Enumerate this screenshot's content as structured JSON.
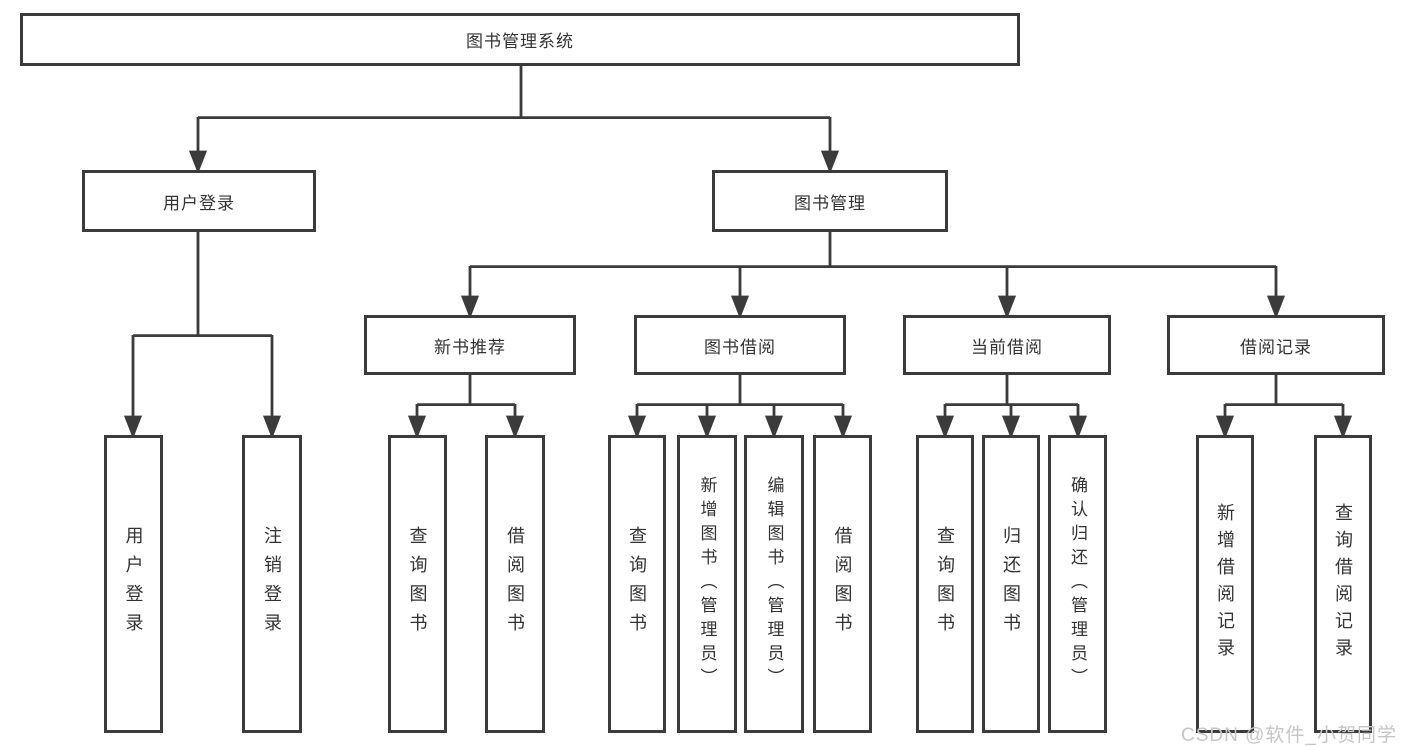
{
  "nodes": {
    "root": {
      "label": "图书管理系统"
    },
    "level2": [
      {
        "label": "用户登录"
      },
      {
        "label": "图书管理"
      }
    ],
    "level3": [
      {
        "label": "新书推荐",
        "parent": "图书管理"
      },
      {
        "label": "图书借阅",
        "parent": "图书管理"
      },
      {
        "label": "当前借阅",
        "parent": "图书管理"
      },
      {
        "label": "借阅记录",
        "parent": "图书管理"
      }
    ],
    "leaves": [
      {
        "label": "用户登录",
        "parent": "用户登录"
      },
      {
        "label": "注销登录",
        "parent": "用户登录"
      },
      {
        "label": "查询图书",
        "parent": "新书推荐"
      },
      {
        "label": "借阅图书",
        "parent": "新书推荐"
      },
      {
        "label": "查询图书",
        "parent": "图书借阅"
      },
      {
        "label": "新增图书（管理员）",
        "parent": "图书借阅"
      },
      {
        "label": "编辑图书（管理员）",
        "parent": "图书借阅"
      },
      {
        "label": "借阅图书",
        "parent": "图书借阅"
      },
      {
        "label": "查询图书",
        "parent": "当前借阅"
      },
      {
        "label": "归还图书",
        "parent": "当前借阅"
      },
      {
        "label": "确认归还（管理员）",
        "parent": "当前借阅"
      },
      {
        "label": "新增借阅记录",
        "parent": "借阅记录"
      },
      {
        "label": "查询借阅记录",
        "parent": "借阅记录"
      }
    ]
  },
  "watermark": {
    "text": "CSDN @软件_小贺同学"
  },
  "colors": {
    "line": "#3b3b3b",
    "box_border": "#3b3b3b",
    "text": "#333333",
    "watermark": "#c6c6c6",
    "background": "#ffffff"
  }
}
